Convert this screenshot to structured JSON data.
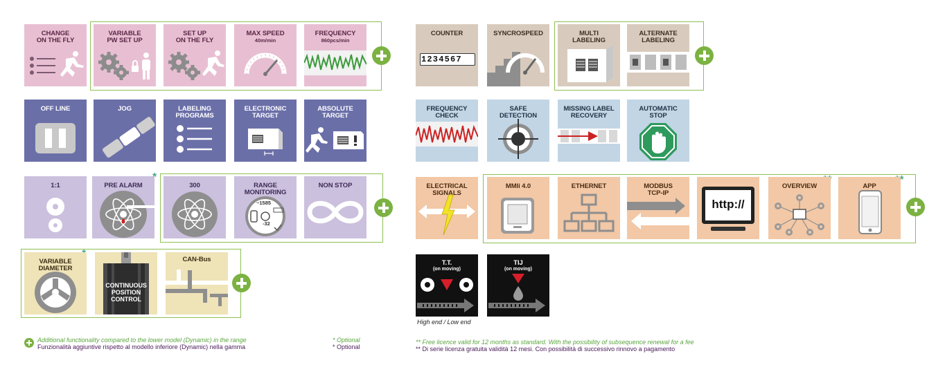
{
  "tiles": {
    "change_on_the_fly": "CHANGE\nON THE FLY",
    "variable_pw_set_up": "VARIABLE\nPW SET UP",
    "set_up_on_the_fly": "SET UP\nON THE FLY",
    "max_speed": "MAX SPEED",
    "max_speed_value": "40m/min",
    "frequency": "FREQUENCY",
    "frequency_value": "860pcs/min",
    "counter": "COUNTER",
    "counter_digits": "1234567",
    "syncrospeed": "SYNCROSPEED",
    "multi_labeling": "MULTI\nLABELING",
    "alternate_labeling": "ALTERNATE\nLABELING",
    "off_line": "OFF LINE",
    "jog": "JOG",
    "labeling_programs": "LABELING\nPROGRAMS",
    "electronic_target": "ELECTRONIC\nTARGET",
    "absolute_target": "ABSOLUTE\nTARGET",
    "frequency_check": "FREQUENCY\nCHECK",
    "safe_detection": "SAFE\nDETECTION",
    "missing_label_recovery": "MISSING LABEL\nRECOVERY",
    "automatic_stop": "AUTOMATIC\nSTOP",
    "one_to_one": "1:1",
    "pre_alarm": "PRE ALARM",
    "three_hundred": "300",
    "range_monitoring": "RANGE\nMONITORING",
    "range_top": "~1585",
    "range_bottom": "-32",
    "non_stop": "NON STOP",
    "electrical_signals": "ELECTRICAL\nSIGNALS",
    "mmi": "MMIi 4.0",
    "ethernet": "ETHERNET",
    "modbus": "MODBUS\nTCP-IP",
    "http": "http://",
    "overview": "OVERVIEW",
    "app": "APP",
    "variable_diameter": "VARIABLE\nDIAMETER",
    "continuous_position_control": "CONTINUOUS\nPOSITION\nCONTROL",
    "can_bus": "CAN-Bus",
    "tt": "T.T.",
    "tt_sub": "(on moving)",
    "tij": "TIJ",
    "tij_sub": "(on moving)"
  },
  "stars": {
    "single": "*",
    "double": "**"
  },
  "captions": {
    "high_low_end": "High end / Low end"
  },
  "legend": {
    "additional_en": "Additional functionality compared to the lower model (Dynamic) in the range",
    "additional_it": "Funzionalità aggiuntive rispetto al modello inferiore (Dynamic) nella gamma",
    "optional_en": "* Optional",
    "optional_it": "* Optional",
    "licence_en": "** Free licence valid for 12 months as standard. With the possibility of subsequence renewal for a fee",
    "licence_it": "** Di serie licenza gratuita validità 12 mesi. Con possibilità di successivo rinnovo a pagamento"
  },
  "colors": {
    "pink": "#e8bfd2",
    "blue": "#6b6fa8",
    "lavender": "#cbc0dd",
    "cream": "#efe3b8",
    "taupe": "#d8cbbd",
    "light_blue": "#c1d5e5",
    "peach": "#f2c8a6",
    "green": "#7bb241",
    "gray_icon": "#8e8e8e"
  },
  "icons": [
    "list-runner-icon",
    "gears-person-icon",
    "gears-runner-icon",
    "gauge-icon",
    "waveform-icon",
    "digit-counter-icon",
    "stairs-gauge-icon",
    "stacked-labels-icon",
    "alternating-labels-icon",
    "pause-icon",
    "jog-icon",
    "program-list-icon",
    "target-box-icon",
    "runner-target-icon",
    "red-waveform-icon",
    "crosshair-icon",
    "arrow-labels-icon",
    "stop-hand-icon",
    "reel-icon",
    "atom-reel-icon",
    "range-dial-icon",
    "infinity-icon",
    "double-arrow-lightning-icon",
    "mmi-panel-icon",
    "network-icon",
    "swap-arrows-icon",
    "monitor-icon",
    "overview-network-icon",
    "smartphone-icon",
    "triple-arm-reel-icon",
    "motor-icon",
    "bus-lines-icon",
    "thermal-transfer-icon",
    "inkjet-icon",
    "plus-icon"
  ]
}
